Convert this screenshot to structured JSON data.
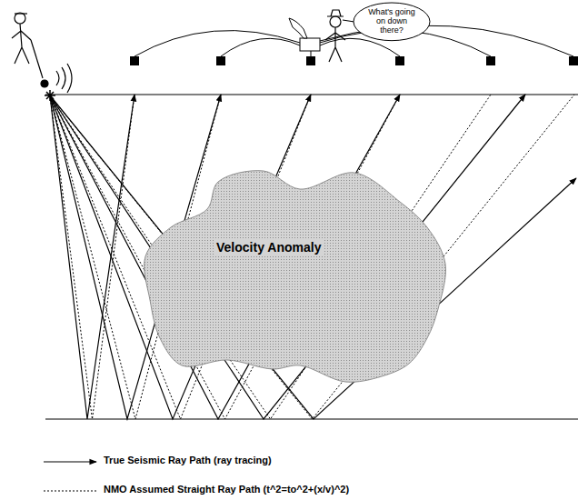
{
  "diagram": {
    "nodes": [
      {
        "text": [
          "What's going on down there?"
        ]
      },
      {
        "text": [
          "Velocity Anomaly"
        ]
      }
    ],
    "legend": [
      {
        "text": "True Seismic Ray Path (ray tracing)"
      },
      {
        "text": "NMO Assumed Straight Ray Path (t^2=to^2+(x/v)^2)"
      }
    ]
  }
}
